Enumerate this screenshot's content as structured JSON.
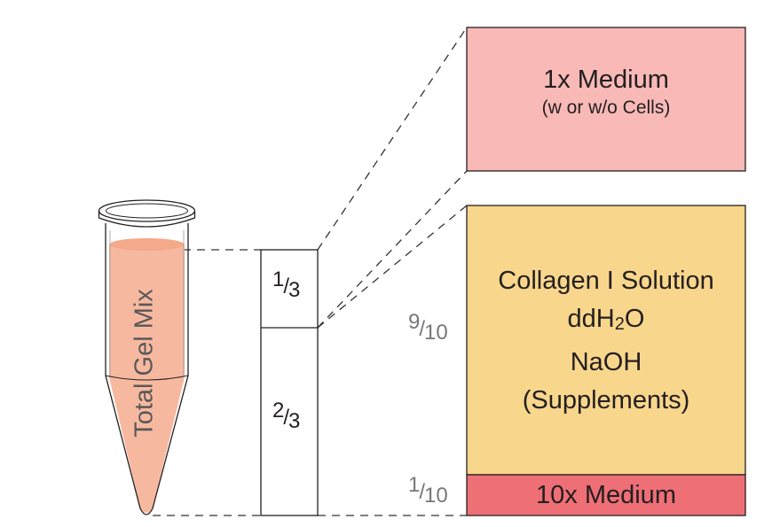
{
  "tube": {
    "label": "Total Gel Mix"
  },
  "column": {
    "top_fraction": {
      "num": "1",
      "den": "3"
    },
    "bottom_fraction": {
      "num": "2",
      "den": "3"
    }
  },
  "side_fractions": {
    "upper": {
      "num": "9",
      "den": "10"
    },
    "lower": {
      "num": "1",
      "den": "10"
    }
  },
  "boxes": {
    "medium_1x": {
      "title": "1x Medium",
      "subtitle": "(w or w/o Cells)",
      "color": "#f8b9b7"
    },
    "collagen": {
      "line1": "Collagen I Solution",
      "line2_prefix": "ddH",
      "line2_sub": "2",
      "line2_suffix": "O",
      "line3": "NaOH",
      "line4": "(Supplements)",
      "color": "#f8d68c"
    },
    "medium_10x": {
      "title": "10x Medium",
      "color": "#ef6f77"
    }
  },
  "colors": {
    "gel": "#f6b9a0",
    "outline": "#231f20",
    "dash": "#333333",
    "fraction_grey": "#77787b"
  }
}
